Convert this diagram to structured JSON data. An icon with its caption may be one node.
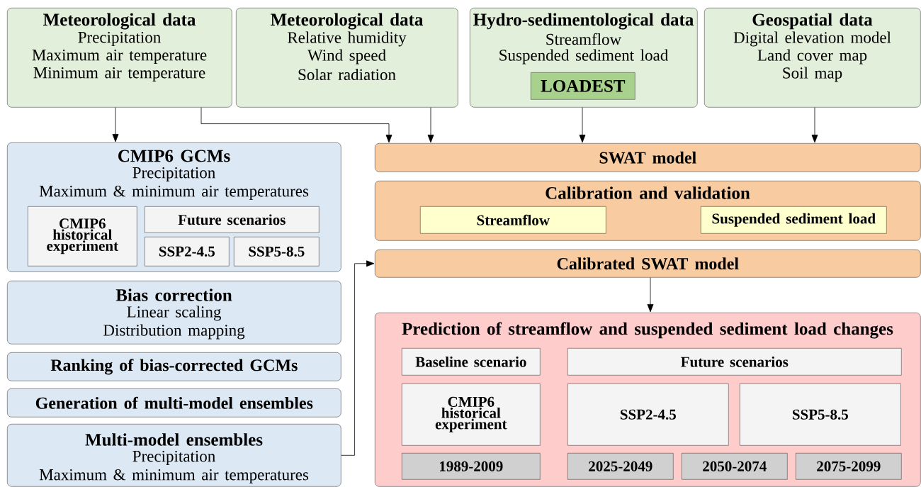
{
  "diagram": {
    "nodes": [
      {
        "text": [
          "Meteorological data",
          "Precipitation",
          "Maximum air temperature",
          "Minimum air temperature"
        ]
      },
      {
        "text": [
          "Meteorological data",
          "Relative humidity",
          "Wind speed",
          "Solar radiation"
        ]
      },
      {
        "text": [
          "Hydro-sedimentological data",
          "Streamflow",
          "Suspended sediment load"
        ]
      },
      {
        "text": [
          "LOADEST"
        ],
        "in": 2
      },
      {
        "text": [
          "Geospatial data",
          "Digital elevation model",
          "Land cover map",
          "Soil map"
        ]
      },
      {
        "text": [
          "CMIP6 GCMs",
          "Precipitation",
          "Maximum & minimum air temperatures"
        ]
      },
      {
        "text": [
          "CMIP6 historical experiment"
        ],
        "in": 5
      },
      {
        "text": [
          "Future scenarios"
        ],
        "in": 5
      },
      {
        "text": [
          "SSP2-4.5"
        ],
        "in": 5
      },
      {
        "text": [
          "SSP5-8.5"
        ],
        "in": 5
      },
      {
        "text": [
          "Bias correction",
          "Linear scaling",
          "Distribution mapping"
        ]
      },
      {
        "text": [
          "Ranking of bias-corrected GCMs"
        ]
      },
      {
        "text": [
          "Generation of multi-model ensembles"
        ]
      },
      {
        "text": [
          "Multi-model ensembles",
          "Precipitation",
          "Maximum & minimum air temperatures"
        ]
      },
      {
        "text": [
          "SWAT model"
        ]
      },
      {
        "text": [
          "Calibration and validation"
        ]
      },
      {
        "text": [
          "Streamflow"
        ],
        "in": 15
      },
      {
        "text": [
          "Suspended sediment load"
        ],
        "in": 15
      },
      {
        "text": [
          "Calibrated SWAT model"
        ]
      },
      {
        "text": [
          "Prediction of streamflow and suspended sediment load changes"
        ]
      },
      {
        "text": [
          "Baseline scenario"
        ],
        "in": 19
      },
      {
        "text": [
          "Future scenarios"
        ],
        "in": 19
      },
      {
        "text": [
          "CMIP6 historical experiment"
        ],
        "in": 19
      },
      {
        "text": [
          "SSP2-4.5"
        ],
        "in": 19
      },
      {
        "text": [
          "SSP5-8.5"
        ],
        "in": 19
      },
      {
        "text": [
          "1989-2009"
        ],
        "in": 19
      },
      {
        "text": [
          "2025-2049"
        ],
        "in": 19
      },
      {
        "text": [
          "2050-2074"
        ],
        "in": 19
      },
      {
        "text": [
          "2075-2099"
        ],
        "in": 19
      }
    ],
    "edges": [
      {
        "from": 0,
        "to": 5,
        "arrow": "to"
      },
      {
        "from": 0,
        "to": 14,
        "arrow": "to"
      },
      {
        "from": 1,
        "to": 14,
        "arrow": "to"
      },
      {
        "from": 2,
        "to": 14,
        "arrow": "to"
      },
      {
        "from": 4,
        "to": 14,
        "arrow": "to"
      },
      {
        "from": 13,
        "to": 18,
        "arrow": "to"
      },
      {
        "from": 18,
        "to": 19,
        "arrow": "to"
      }
    ]
  }
}
